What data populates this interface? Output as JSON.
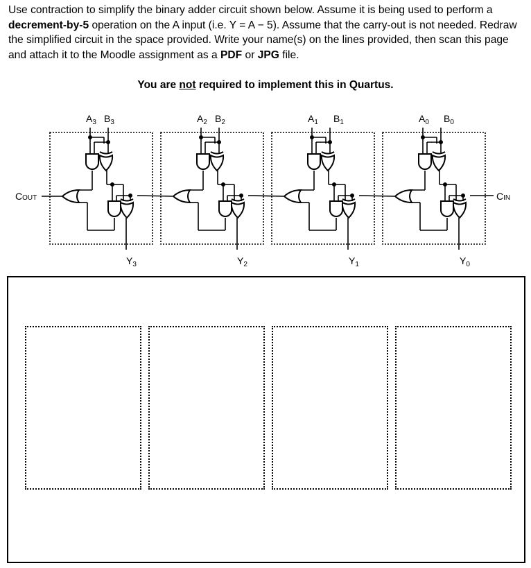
{
  "instructions": {
    "part1": "Use contraction to simplify the binary adder circuit shown below. Assume it is being used to perform a ",
    "bold1": "decrement-by-5",
    "part2": " operation on the A input (i.e. Y = A − 5). Assume that the carry-out is not needed. Redraw the simplified circuit in the space provided. Write your name(s) on the lines provided, then scan this page and attach it to the Moodle assignment as a ",
    "bold2": "PDF",
    "part3": " or ",
    "bold3": "JPG",
    "part4": " file."
  },
  "note": {
    "before": "You are ",
    "underlined": "not",
    "after": " required to implement this in Quartus."
  },
  "circuit": {
    "cout_label": "C",
    "cout_sub": "OUT",
    "cin_label": "C",
    "cin_sub": "IN",
    "stages": [
      {
        "a": "A",
        "b": "B",
        "y": "Y",
        "index": "3"
      },
      {
        "a": "A",
        "b": "B",
        "y": "Y",
        "index": "2"
      },
      {
        "a": "A",
        "b": "B",
        "y": "Y",
        "index": "1"
      },
      {
        "a": "A",
        "b": "B",
        "y": "Y",
        "index": "0"
      }
    ]
  }
}
